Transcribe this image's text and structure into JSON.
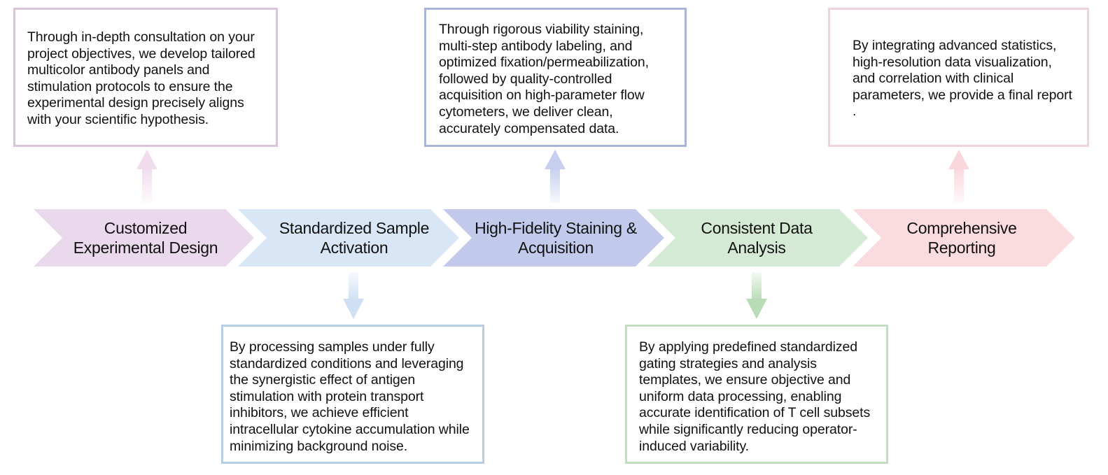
{
  "steps": [
    {
      "label": "Customized Experimental Design",
      "color": "#ead8ec",
      "description": "Through in-depth consultation on your project objectives, we develop tailored multicolor antibody panels and stimulation protocols to ensure the experimental design precisely aligns with your scientific hypothesis."
    },
    {
      "label": "Standardized Sample Activation",
      "color": "#d9e6f6",
      "description": "By processing samples under fully standardized conditions and leveraging the synergistic effect of antigen stimulation with protein transport inhibitors, we achieve efficient intracellular cytokine accumulation while minimizing background noise."
    },
    {
      "label": "High-Fidelity Staining & Acquisition",
      "color": "#c2caec",
      "description": "Through rigorous viability staining, multi-step antibody labeling, and optimized fixation/permeabilization, followed by quality-controlled acquisition on high-parameter flow cytometers, we deliver clean, accurately compensated data."
    },
    {
      "label": "Consistent Data Analysis",
      "color": "#d5ead5",
      "description": "By applying predefined standardized gating strategies and analysis templates, we ensure objective and uniform data processing, enabling accurate identification of T cell subsets while significantly reducing operator-induced variability."
    },
    {
      "label": "Comprehensive Reporting",
      "color": "#fadbe0",
      "description": "By integrating advanced statistics, high-resolution data visualization, and correlation with clinical parameters, we provide a final report ."
    }
  ],
  "connector_colors": [
    "#f1dcee",
    "#cfe0f4",
    "#c7cfee",
    "#b8dcb6",
    "#fad7dd"
  ]
}
